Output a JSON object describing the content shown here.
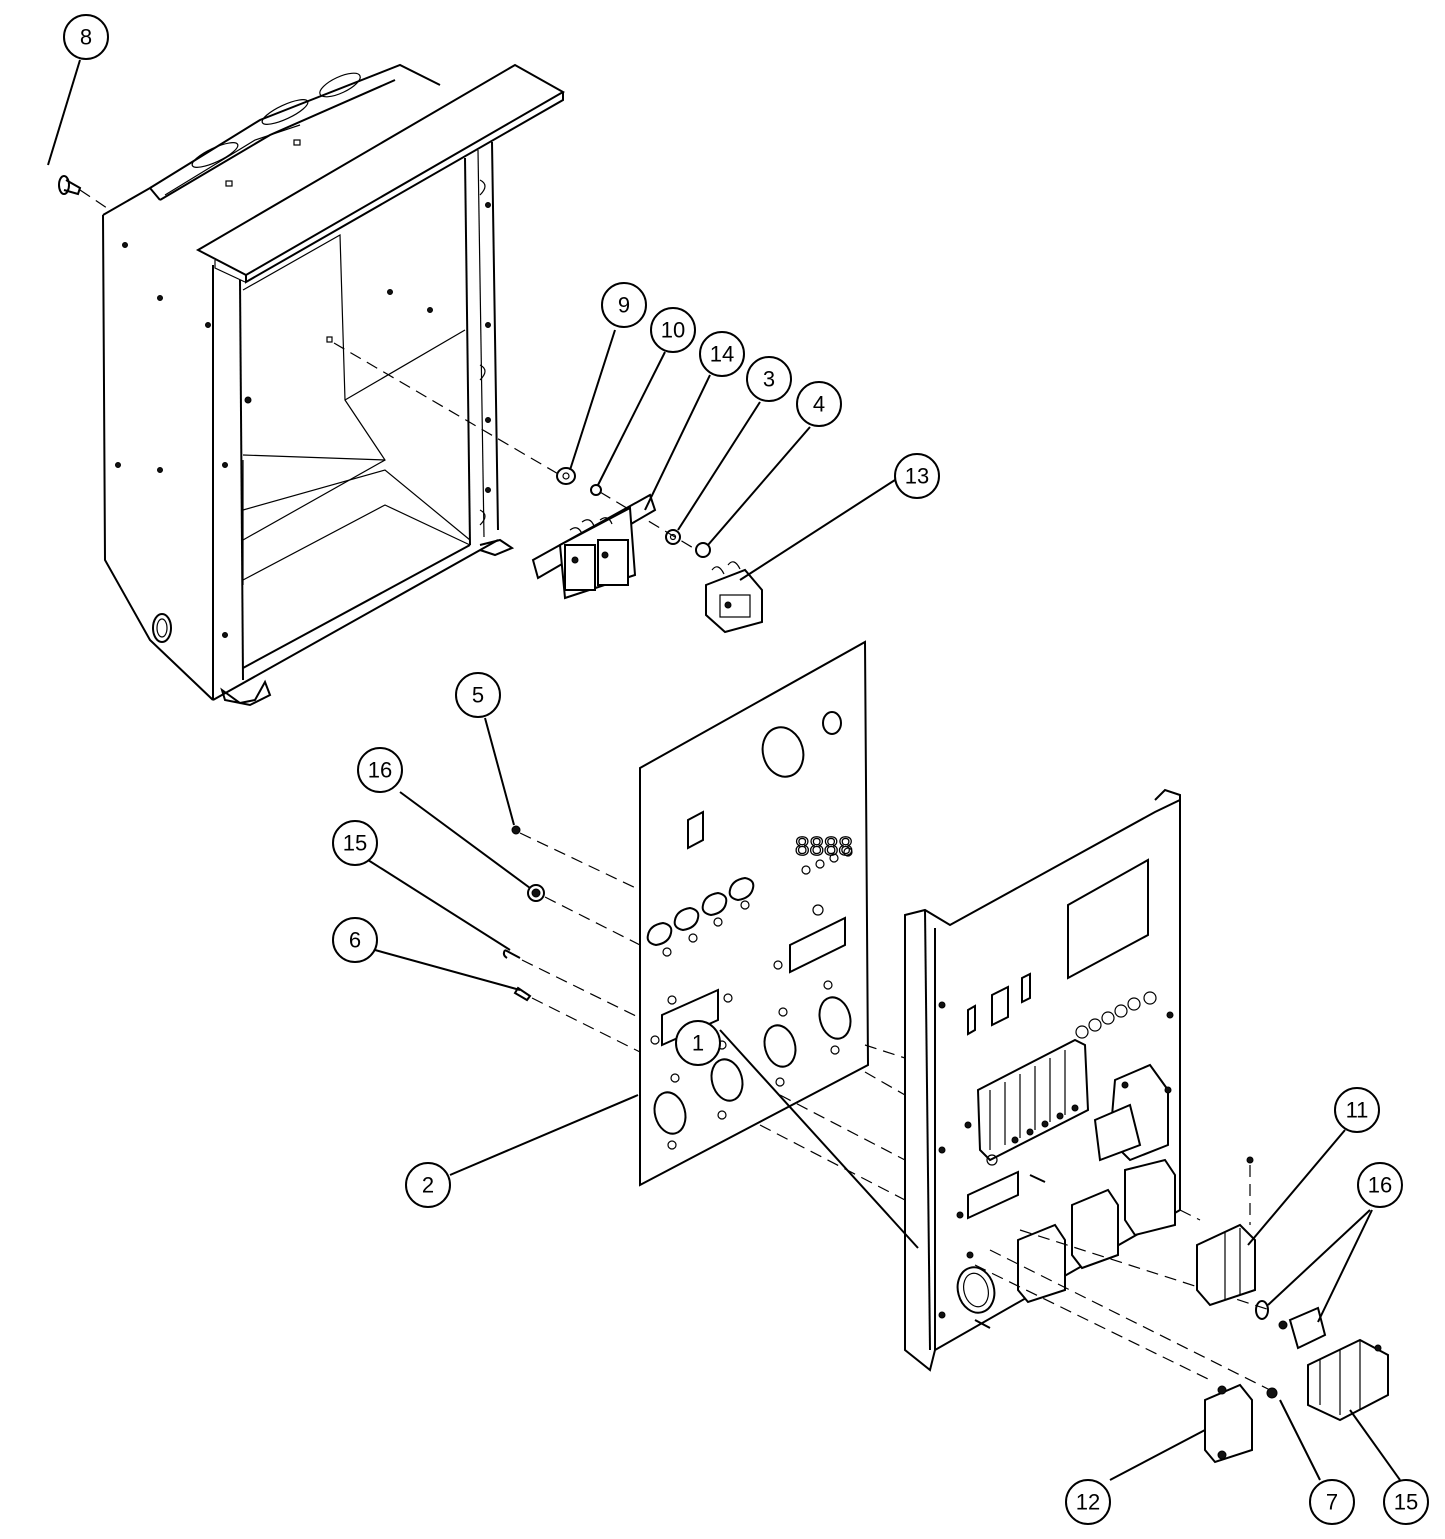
{
  "callouts": [
    {
      "id": "c8",
      "label": "8"
    },
    {
      "id": "c9",
      "label": "9"
    },
    {
      "id": "c10",
      "label": "10"
    },
    {
      "id": "c14",
      "label": "14"
    },
    {
      "id": "c3",
      "label": "3"
    },
    {
      "id": "c4",
      "label": "4"
    },
    {
      "id": "c13",
      "label": "13"
    },
    {
      "id": "c5",
      "label": "5"
    },
    {
      "id": "c16a",
      "label": "16"
    },
    {
      "id": "c15a",
      "label": "15"
    },
    {
      "id": "c6",
      "label": "6"
    },
    {
      "id": "c2",
      "label": "2"
    },
    {
      "id": "c1",
      "label": "1"
    },
    {
      "id": "c11",
      "label": "11"
    },
    {
      "id": "c16b",
      "label": "16"
    },
    {
      "id": "c12",
      "label": "12"
    },
    {
      "id": "c7",
      "label": "7"
    },
    {
      "id": "c15b",
      "label": "15"
    }
  ]
}
